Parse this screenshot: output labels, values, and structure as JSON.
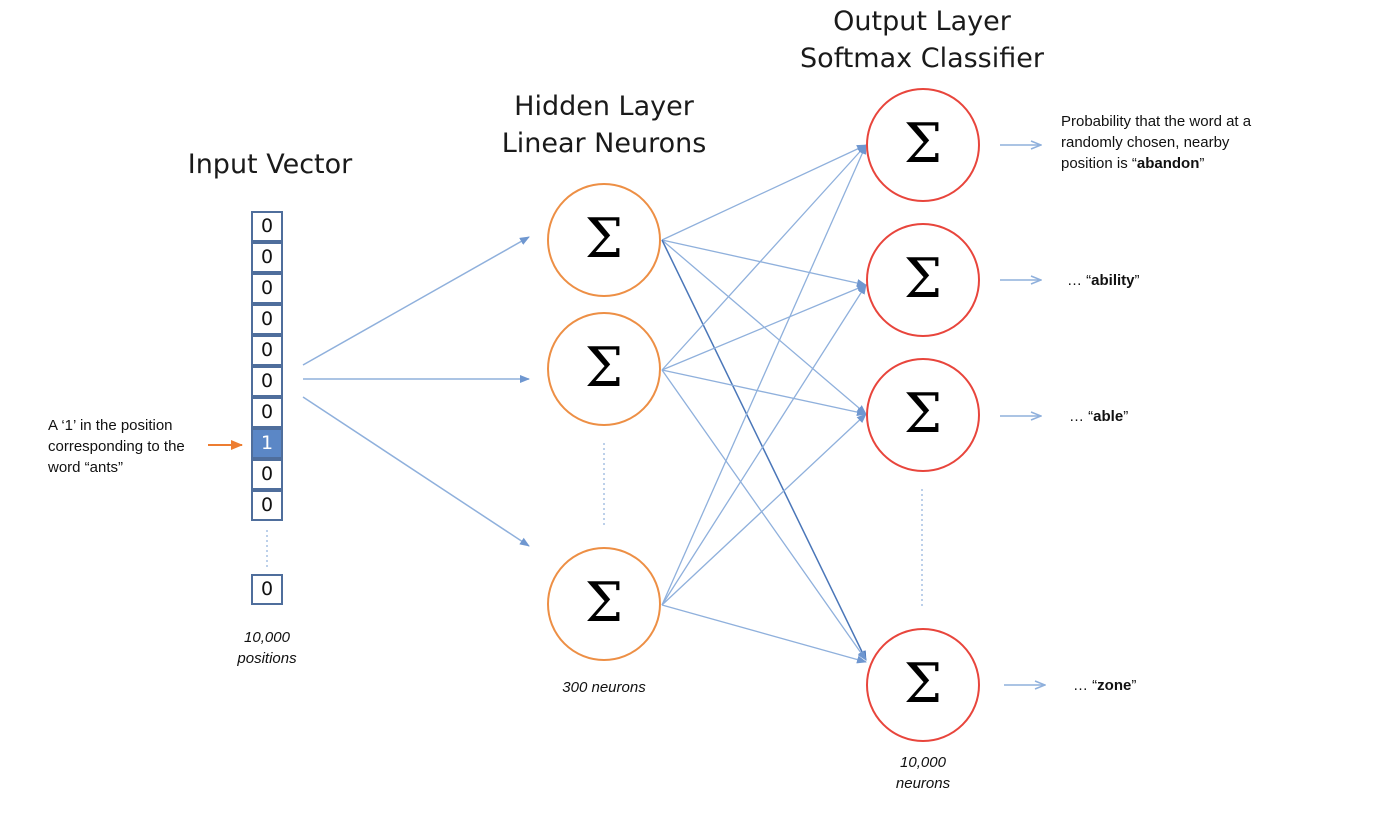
{
  "titles": {
    "input": "Input Vector",
    "hidden_line1": "Hidden Layer",
    "hidden_line2": "Linear Neurons",
    "output_line1": "Output Layer",
    "output_line2": "Softmax Classifier"
  },
  "input_vector": {
    "cells": [
      "0",
      "0",
      "0",
      "0",
      "0",
      "0",
      "0",
      "1",
      "0",
      "0"
    ],
    "last_cell": "0",
    "hot_index": 7,
    "size_line1": "10,000",
    "size_line2": "positions"
  },
  "input_annotation": {
    "line1": "A ‘1’ in the position",
    "line2": "corresponding to the",
    "line3": "word “ants”"
  },
  "hidden_layer": {
    "symbol": "Σ",
    "caption": "300 neurons"
  },
  "output_layer": {
    "symbol": "Σ",
    "caption_line1": "10,000",
    "caption_line2": "neurons"
  },
  "outputs": [
    {
      "line1": "Probability that the word at a",
      "line2": "randomly chosen, nearby",
      "prefix": "position is “",
      "word": "abandon",
      "suffix": "”"
    },
    {
      "prefix": "… “",
      "word": "ability",
      "suffix": "”"
    },
    {
      "prefix": "… “",
      "word": "able",
      "suffix": "”"
    },
    {
      "prefix": "… “",
      "word": "zone",
      "suffix": "”"
    }
  ],
  "colors": {
    "wire": "#8fb0dc",
    "wire_dark": "#4a76b8",
    "hidden_border": "#ed8f45",
    "output_border": "#e8453c",
    "cell_border": "#4f6e9c",
    "cell_hot": "#5b87c6",
    "input_arrow": "#ed7d31"
  }
}
